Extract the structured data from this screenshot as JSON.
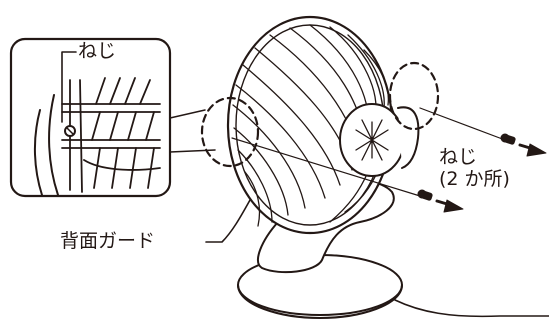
{
  "figure": {
    "labels": {
      "inset_screw": "ねじ",
      "screws_right": "ねじ",
      "screws_right_count": "(2 か所)",
      "rear_guard": "背面ガード"
    },
    "colors": {
      "line": "#231815",
      "background": "#ffffff"
    },
    "icons": [
      "screw-icon",
      "arrow-right-icon",
      "desk-fan-illustration"
    ]
  }
}
